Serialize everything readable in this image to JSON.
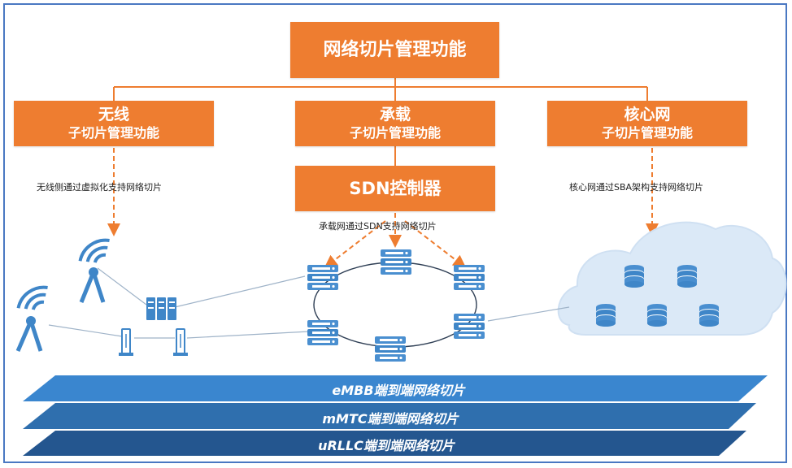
{
  "title": "网络切片管理功能",
  "subfunctions": [
    {
      "line1": "无线",
      "line2": "子切片管理功能"
    },
    {
      "line1": "承载",
      "line2": "子切片管理功能"
    },
    {
      "line1": "核心网",
      "line2": "子切片管理功能"
    }
  ],
  "controller": "SDN控制器",
  "notes": {
    "wireless": "无线侧通过虚拟化支持网络切片",
    "bearer": "承载网通过SDN支持网络切片",
    "core": "核心网通过SBA架构支持网络切片"
  },
  "slices": [
    {
      "label": "eMBB端到端网络切片",
      "color": "#3a86cf"
    },
    {
      "label": "mMTC端到端网络切片",
      "color": "#2f6fae"
    },
    {
      "label": "uRLLC端到端网络切片",
      "color": "#24568f"
    }
  ],
  "colors": {
    "orange": "#ee7d30",
    "icon_blue": "#3f86c8",
    "cloud": "#dbe9f7",
    "frame": "#4a78c2"
  },
  "icons": [
    "antenna-icon",
    "base-station-icon",
    "router-icon",
    "server-icon",
    "cloud-icon",
    "database-icon"
  ]
}
